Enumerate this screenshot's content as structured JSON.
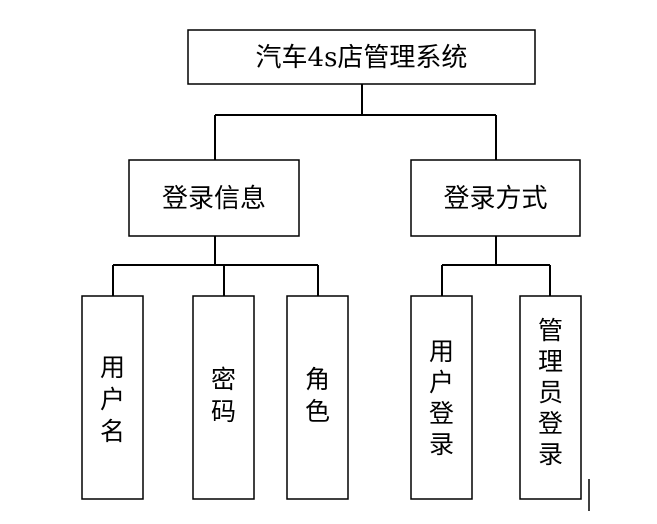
{
  "root": {
    "label": "汽车4s店管理系统"
  },
  "groups": [
    {
      "label": "登录信息",
      "children": [
        {
          "chars": [
            "用",
            "户",
            "名"
          ]
        },
        {
          "chars": [
            "密",
            "码"
          ]
        },
        {
          "chars": [
            "角",
            "色"
          ]
        }
      ]
    },
    {
      "label": "登录方式",
      "children": [
        {
          "chars": [
            "用",
            "户",
            "登",
            "录"
          ]
        },
        {
          "chars": [
            "管",
            "理",
            "员",
            "登",
            "录"
          ]
        }
      ]
    }
  ]
}
